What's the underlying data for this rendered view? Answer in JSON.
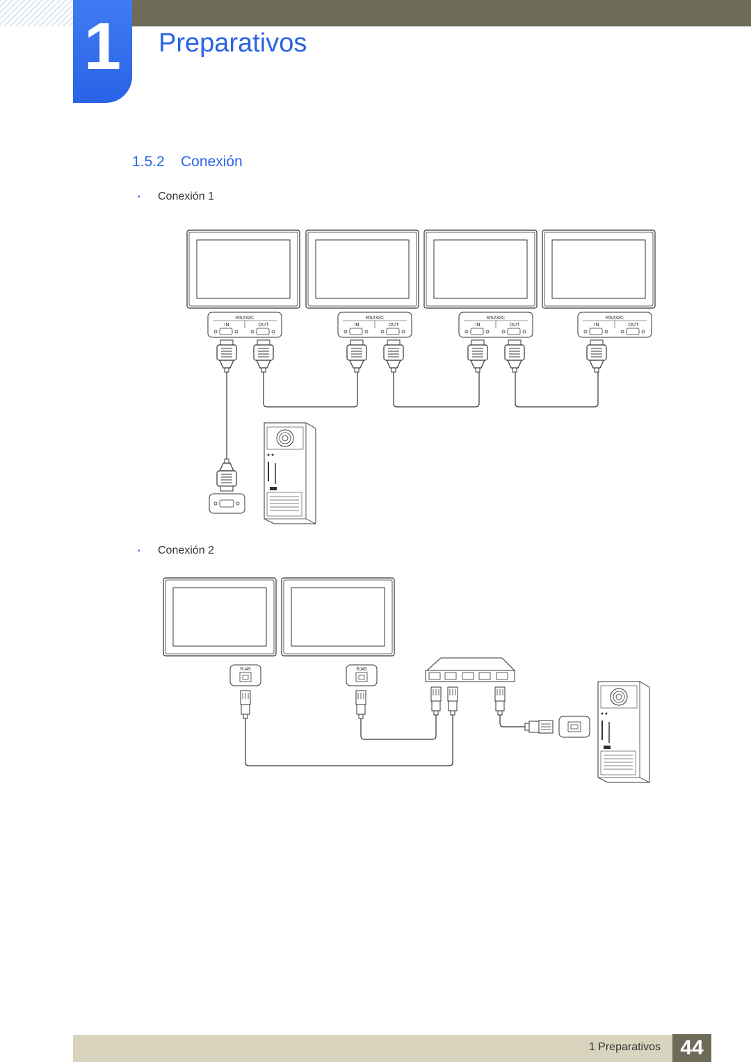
{
  "chapter": {
    "number": "1",
    "title": "Preparativos"
  },
  "section": {
    "number": "1.5.2",
    "title": "Conexión"
  },
  "bullets": [
    {
      "marker": "•",
      "label": "Conexión 1"
    },
    {
      "marker": "•",
      "label": "Conexión 2"
    }
  ],
  "diagram1": {
    "panel": {
      "port_group": "RS232C",
      "in_label": "IN",
      "out_label": "OUT"
    }
  },
  "diagram2": {
    "port_label": "RJ45"
  },
  "footer": {
    "text": "1 Preparativos",
    "page": "44"
  },
  "colors": {
    "accent": "#2a63e6",
    "header_bar": "#6e6b58",
    "footer_bar": "#d9d4bd"
  }
}
